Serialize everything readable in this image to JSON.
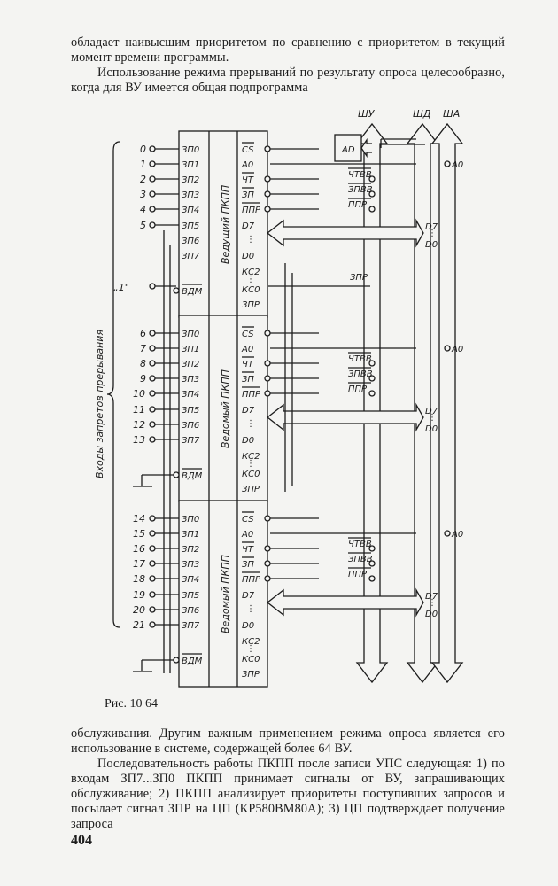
{
  "text_top": {
    "line1": "обладает наивысшим приоритетом по сравнению с приоритетом в текущий момент времени программы.",
    "line2": "Использование режима прерываний по результату опроса целесообразно, когда для ВУ имеется общая подпрограмма"
  },
  "figure": {
    "caption": "Рис. 10 64",
    "buses": {
      "control": "ШУ",
      "data": "ШД",
      "address": "ША"
    },
    "address_decoder": "AD",
    "side_label": "Входы запретов прерывания",
    "one_label": "„1\"",
    "chips": [
      {
        "title": "Ведущий ПКПП",
        "inputs": [
          "0",
          "1",
          "2",
          "3",
          "4",
          "5"
        ],
        "left_pins": [
          "ЗП0",
          "ЗП1",
          "ЗП2",
          "ЗП3",
          "ЗП4",
          "ЗП5",
          "ЗП6",
          "ЗП7",
          "ВДМ"
        ],
        "right_pins": [
          "CS",
          "A0",
          "ЧТ",
          "ЗП",
          "ППР",
          "D7",
          "D0",
          "КС2",
          "КС0",
          "ЗПР"
        ]
      },
      {
        "title": "Ведомый ПКПП",
        "inputs": [
          "6",
          "7",
          "8",
          "9",
          "10",
          "11",
          "12",
          "13"
        ],
        "left_pins": [
          "ЗП0",
          "ЗП1",
          "ЗП2",
          "ЗП3",
          "ЗП4",
          "ЗП5",
          "ЗП6",
          "ЗП7",
          "ВДМ"
        ],
        "right_pins": [
          "CS",
          "A0",
          "ЧТ",
          "ЗП",
          "ППР",
          "D7",
          "D0",
          "КС2",
          "КС0",
          "ЗПР"
        ]
      },
      {
        "title": "Ведомый ПКПП",
        "inputs": [
          "14",
          "15",
          "16",
          "17",
          "18",
          "19",
          "20",
          "21"
        ],
        "left_pins": [
          "ЗП0",
          "ЗП1",
          "ЗП2",
          "ЗП3",
          "ЗП4",
          "ЗП5",
          "ЗП6",
          "ЗП7",
          "ВДМ"
        ],
        "right_pins": [
          "CS",
          "A0",
          "ЧТ",
          "ЗП",
          "ППР",
          "D7",
          "D0",
          "КС2",
          "КС0",
          "ЗПР"
        ]
      }
    ],
    "bus_signals": {
      "read": "ЧТВВ",
      "write": "ЗПВВ",
      "ack": "ППР",
      "addr": "A0",
      "d7": "D7",
      "d0": "D0",
      "int": "ЗПР"
    }
  },
  "text_bottom": {
    "line1": "обслуживания. Другим важным применением режима опроса является его использование в системе, содержащей более 64 ВУ.",
    "line2": "Последовательность работы ПКПП после записи УПС следующая: 1) по входам ЗП7...ЗП0 ПКПП принимает сигналы от ВУ, запрашивающих обслуживание; 2) ПКПП анализирует приоритеты поступивших запросов и посылает сигнал ЗПР на ЦП (КР580ВМ80А); 3) ЦП подтверждает получение запроса"
  },
  "page_number": "404"
}
